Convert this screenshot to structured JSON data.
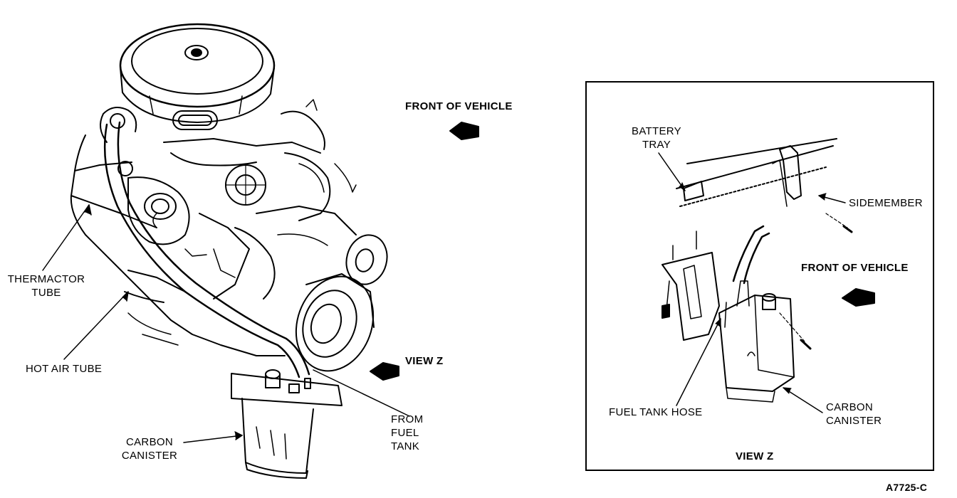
{
  "main_view": {
    "labels": {
      "front_of_vehicle": "FRONT OF VEHICLE",
      "thermactor_tube": [
        "THERMACTOR",
        "TUBE"
      ],
      "hot_air_tube": "HOT AIR TUBE",
      "view_z_arrow": "VIEW Z",
      "from_fuel_tank": [
        "FROM",
        "FUEL",
        "TANK"
      ],
      "carbon_canister": [
        "CARBON",
        "CANISTER"
      ]
    }
  },
  "view_z_panel": {
    "labels": {
      "battery_tray": [
        "BATTERY",
        "TRAY"
      ],
      "sidemember": "SIDEMEMBER",
      "front_of_vehicle": "FRONT OF VEHICLE",
      "fuel_tank_hose": "FUEL TANK HOSE",
      "carbon_canister": [
        "CARBON",
        "CANISTER"
      ],
      "title": "VIEW Z"
    }
  },
  "figure_code": "A7725-C",
  "colors": {
    "ink": "#000000",
    "paper": "#ffffff"
  }
}
